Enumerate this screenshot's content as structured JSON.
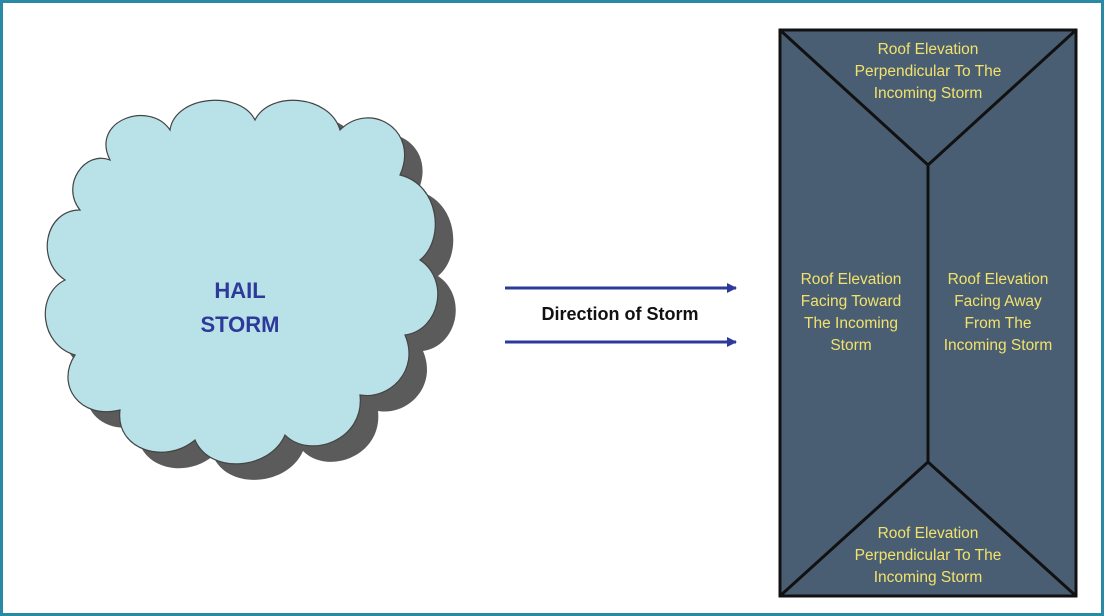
{
  "cloud": {
    "line1": "HAIL",
    "line2": "STORM"
  },
  "arrow_label": "Direction of Storm",
  "roof": {
    "top": [
      "Roof Elevation",
      "Perpendicular To The",
      "Incoming Storm"
    ],
    "left": [
      "Roof Elevation",
      "Facing Toward",
      "The Incoming",
      "Storm"
    ],
    "right": [
      "Roof Elevation",
      "Facing Away",
      "From The",
      "Incoming Storm"
    ],
    "bottom": [
      "Roof Elevation",
      "Perpendicular To The",
      "Incoming Storm"
    ]
  },
  "colors": {
    "frame": "#2a8aa6",
    "cloud_fill": "#b9e2e8",
    "cloud_shadow": "#5b5b5b",
    "cloud_text": "#2e3a9a",
    "arrow": "#2e3a9a",
    "roof_fill": "#4a5e73",
    "roof_text": "#f2e26b"
  }
}
